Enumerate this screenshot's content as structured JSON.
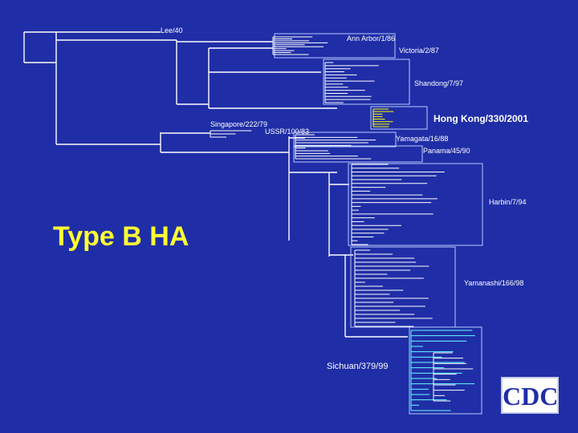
{
  "title": "Type B HA",
  "logo": "CDC",
  "colors": {
    "background": "#1f2ea6",
    "branch": "#ffffff",
    "hongkong_clade": "#ffff00",
    "sichuan_clade": "#66ffff",
    "title": "#ffff33"
  },
  "labels": {
    "lee": "Lee/40",
    "ann_arbor": "Ann Arbor/1/86",
    "victoria": "Victoria/2/87",
    "shandong": "Shandong/7/97",
    "hong_kong": "Hong Kong/330/2001",
    "singapore": "Singapore/222/79",
    "ussr": "USSR/100/83",
    "yamagata": "Yamagata/16/88",
    "panama": "Panama/45/90",
    "harbin": "Harbin/7/94",
    "yamanashi": "Yamanashi/166/98",
    "sichuan": "Sichuan/379/99"
  }
}
